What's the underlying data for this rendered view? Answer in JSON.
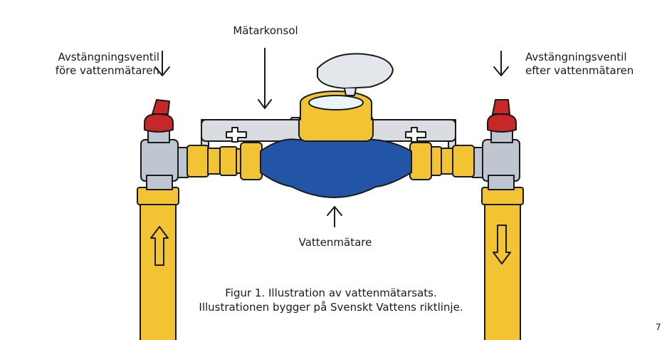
{
  "labels": {
    "console": "Mätarkonsol",
    "valve_before_line1": "Avstängningsventil",
    "valve_before_line2": "före vattenmätaren",
    "valve_after_line1": "Avstängningsventil",
    "valve_after_line2": "efter vattenmätaren",
    "meter": "Vattenmätare"
  },
  "caption": {
    "line1": "Figur 1. Illustration av vattenmätarsats.",
    "line2": "Illustrationen bygger på Svenskt Vattens riktlinje."
  },
  "corner_mark": "7",
  "colors": {
    "pipe_yellow": "#f2c332",
    "meter_blue": "#2355a6",
    "valve_red": "#c62828",
    "valve_gray": "#bfc6cf",
    "bracket_gray": "#d9dde2",
    "lid_gray": "#e3e6ea",
    "glass": "#e9f4fb",
    "outline": "#1a1a1a"
  },
  "icons": [
    "arrow-down-icon",
    "arrow-up-icon",
    "flow-up-icon",
    "flow-down-icon"
  ]
}
